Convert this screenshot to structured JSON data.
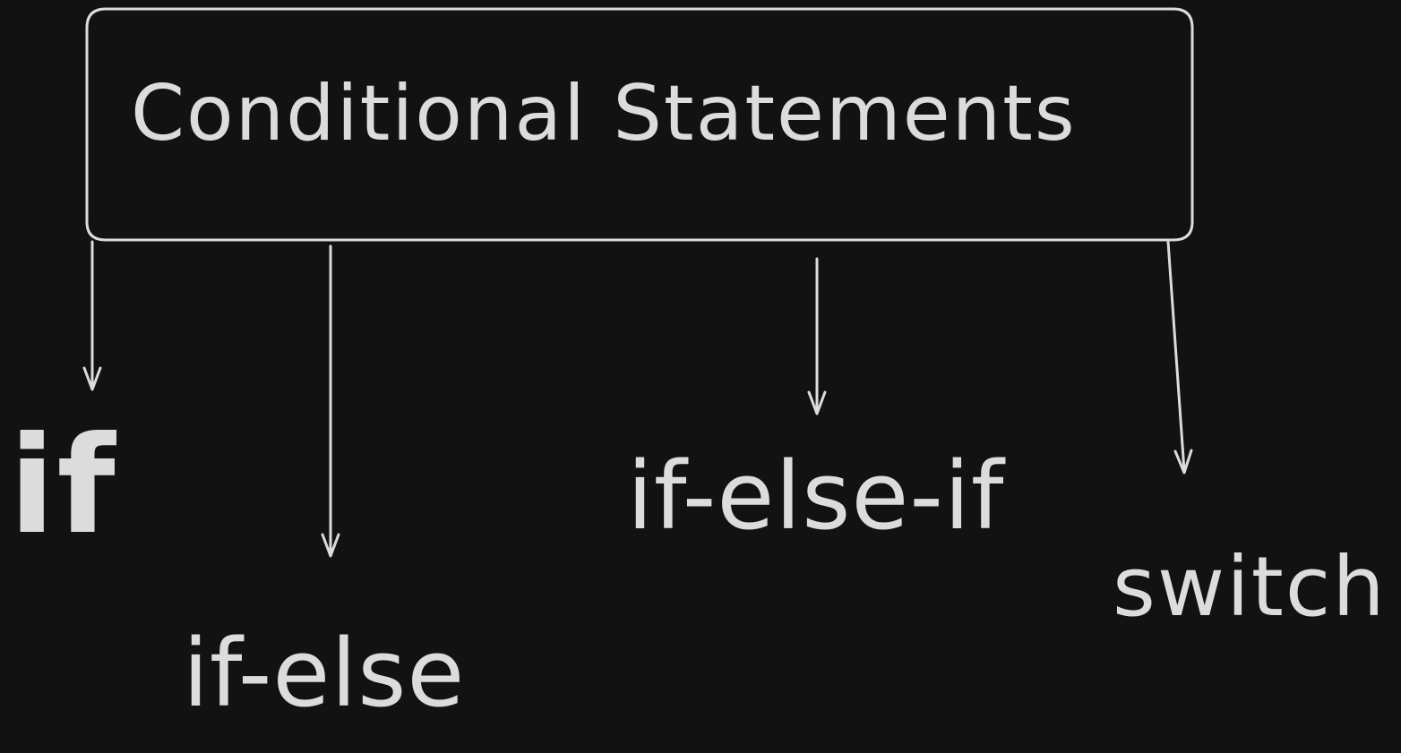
{
  "diagram": {
    "root": {
      "label": "Conditional Statements"
    },
    "branches": [
      {
        "label": "if"
      },
      {
        "label": "if-else"
      },
      {
        "label": "if-else-if"
      },
      {
        "label": "switch"
      }
    ]
  },
  "colors": {
    "background": "#121212",
    "ink": "#dcdcdc"
  }
}
